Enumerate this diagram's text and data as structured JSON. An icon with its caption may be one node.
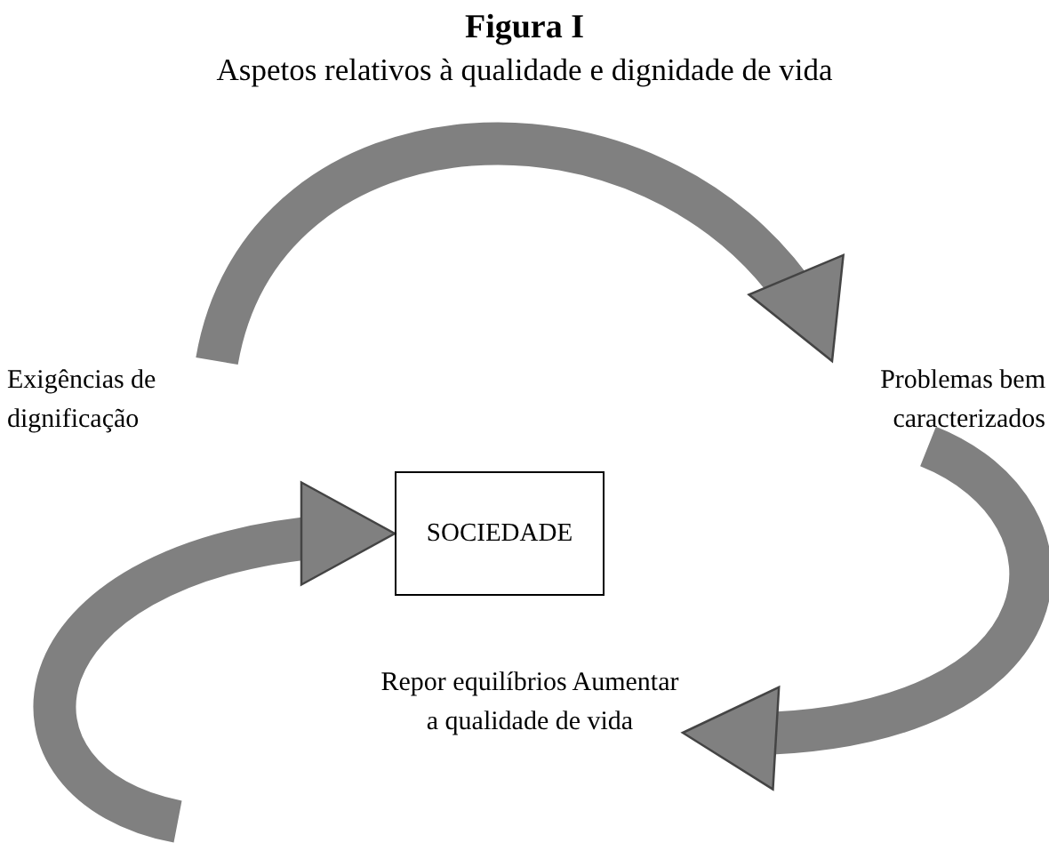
{
  "diagram": {
    "title": "Figura I",
    "nodes": [
      {
        "text": [
          "Exigências de dignificação"
        ]
      },
      {
        "text": [
          "Problemas bem caracterizados"
        ]
      },
      {
        "text": [
          "SOCIEDADE"
        ]
      },
      {
        "text": [
          "Repor equilíbrios Aumentar a qualidade de vida"
        ]
      }
    ],
    "edges": [
      {
        "from": 0,
        "to": 1,
        "arrow": "to"
      },
      {
        "from": 1,
        "to": 3,
        "arrow": "to"
      },
      {
        "from": null,
        "to": 2,
        "arrow": "to"
      }
    ],
    "labels": [
      "Aspetos relativos à qualidade e dignidade de vida"
    ]
  }
}
